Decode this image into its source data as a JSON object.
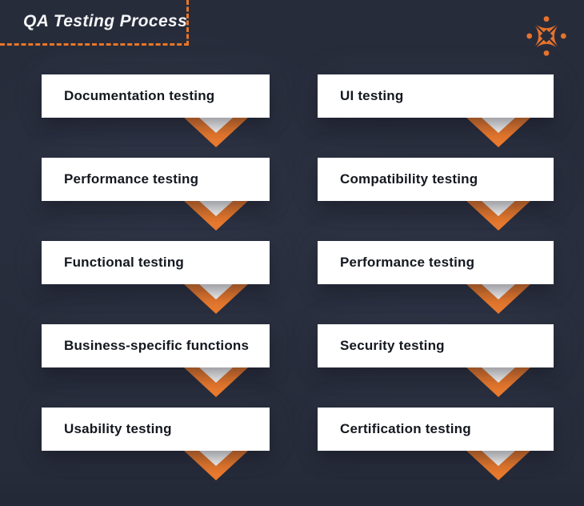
{
  "page": {
    "title": "QA Testing Process"
  },
  "logo": {
    "icon": "four-point-star-logo",
    "color": "#e8732b"
  },
  "colors": {
    "background": "#272c3b",
    "accent_orange": "#ed7b2d",
    "dashed_border": "#e87627",
    "box_background": "#ffffff",
    "box_text": "#14181f",
    "title_text": "#f4f5f7"
  },
  "columns": [
    {
      "name": "left",
      "items": [
        "Documentation testing",
        "Performance testing",
        "Functional testing",
        "Business-specific functions",
        "Usability testing"
      ]
    },
    {
      "name": "right",
      "items": [
        "UI testing",
        "Compatibility testing",
        "Performance testing",
        "Security testing",
        "Certification testing"
      ]
    }
  ]
}
